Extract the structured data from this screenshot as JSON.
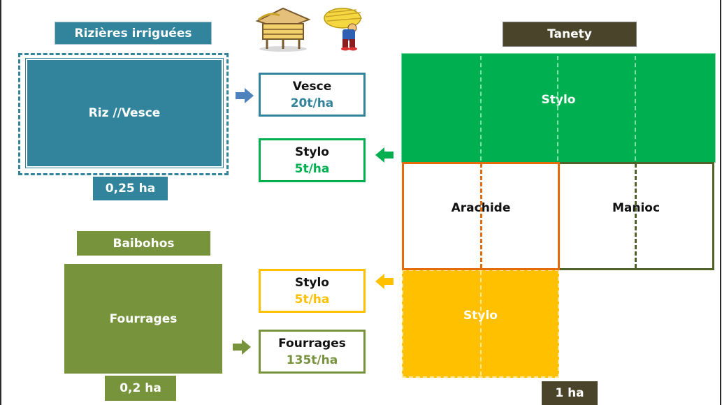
{
  "rizieres": {
    "title": "Rizières irriguées",
    "plot_label": "Riz //Vesce",
    "area": "0,25 ha"
  },
  "baibohos": {
    "title": "Baibohos",
    "plot_label": "Fourrages",
    "area": "0,2 ha"
  },
  "tanety": {
    "title": "Tanety",
    "stylo_top": "Stylo",
    "arachide": "Arachide",
    "manioc": "Manioc",
    "stylo_bottom": "Stylo",
    "area": "1 ha"
  },
  "yields": {
    "vesce": {
      "name": "Vesce",
      "value": "20t/ha"
    },
    "stylo_green": {
      "name": "Stylo",
      "value": "5t/ha"
    },
    "stylo_yellow": {
      "name": "Stylo",
      "value": "5t/ha"
    },
    "fourrages": {
      "name": "Fourrages",
      "value": "135t/ha"
    }
  },
  "colors": {
    "blue": "#31849b",
    "olive": "#77933c",
    "green": "#00b050",
    "yellow": "#ffc000",
    "orange": "#e36c09",
    "dark_olive": "#4f6228",
    "tanety_title_bg": "#4a452a"
  },
  "icons": [
    "hay-barn-icon",
    "farmer-carrying-hay-icon",
    "arrow-right-icon",
    "arrow-left-icon"
  ]
}
